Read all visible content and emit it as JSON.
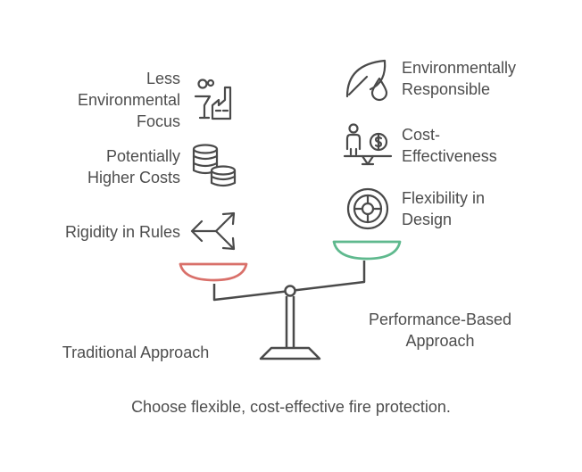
{
  "left_factors": [
    {
      "text": "Less\nEnvironmental\nFocus",
      "icon": "factory-icon"
    },
    {
      "text": "Potentially\nHigher Costs",
      "icon": "coins-icon"
    },
    {
      "text": "Rigidity in Rules",
      "icon": "split-arrows-icon"
    }
  ],
  "right_factors": [
    {
      "text": "Environmentally\nResponsible",
      "icon": "leaf-drop-icon"
    },
    {
      "text": "Cost-\nEffectiveness",
      "icon": "person-dollar-icon"
    },
    {
      "text": "Flexibility in\nDesign",
      "icon": "wheel-icon"
    }
  ],
  "left_option": "Traditional Approach",
  "right_option": "Performance-Based\nApproach",
  "conclusion": "Choose flexible, cost-effective fire protection.",
  "colors": {
    "left_pan": "#d9706a",
    "right_pan": "#5fb98e",
    "stroke": "#4a4a4a"
  }
}
